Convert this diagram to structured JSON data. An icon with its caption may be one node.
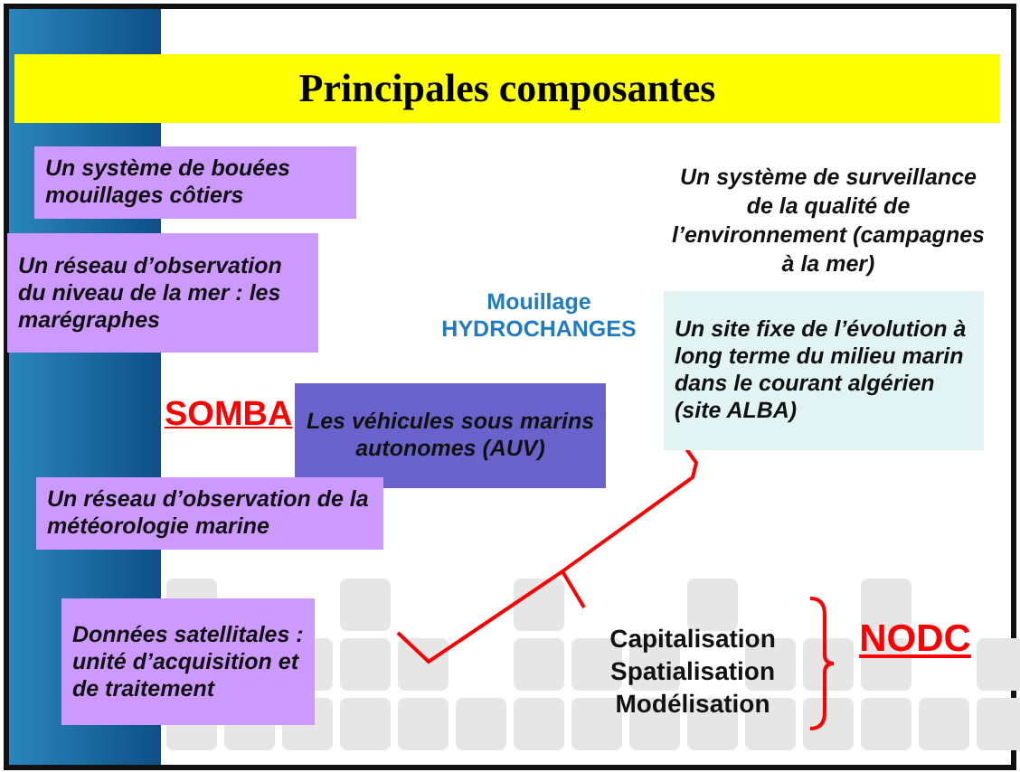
{
  "diagram": {
    "title": "Principales composantes",
    "nodes": [
      {
        "text": [
          "Un système de bouées mouillages côtiers"
        ]
      },
      {
        "text": [
          "Un réseau d’observation du niveau de la mer : les marégraphes"
        ]
      },
      {
        "text": [
          "Les véhicules sous marins autonomes (AUV)"
        ]
      },
      {
        "text": [
          "Un réseau d’observation de la météorologie marine"
        ]
      },
      {
        "text": [
          "Un site fixe de l’évolution à long terme du milieu marin dans le courant algérien (site ALBA)"
        ]
      },
      {
        "text": [
          "Données satellitales : unité d’acquisition et de traitement"
        ]
      }
    ],
    "labels": [
      "Un système de surveillance de la qualité de l’environnement (campagnes à la mer)",
      "Mouillage HYDROCHANGES",
      "SOMBA",
      "Capitalisation",
      "Spatialisation",
      "Modélisation",
      "NODC"
    ]
  }
}
